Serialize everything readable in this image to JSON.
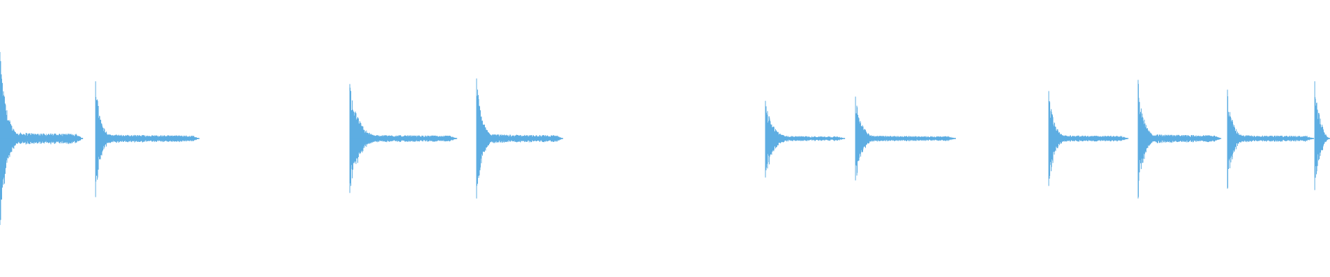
{
  "waveform": {
    "color": "#5dade2",
    "background": "#ffffff",
    "duration_units": 1920,
    "hits": [
      {
        "t": 0,
        "amp_up": 0.62,
        "amp_down": 0.62,
        "decay": 0.35,
        "tail": 120,
        "level": 1.0
      },
      {
        "t": 138,
        "amp_up": 0.41,
        "amp_down": 0.42,
        "decay": 0.42,
        "tail": 150,
        "level": 0.95
      },
      {
        "t": 505,
        "amp_up": 0.39,
        "amp_down": 0.39,
        "decay": 0.25,
        "tail": 155,
        "level": 0.75
      },
      {
        "t": 688,
        "amp_up": 0.43,
        "amp_down": 0.43,
        "decay": 0.4,
        "tail": 125,
        "level": 0.9
      },
      {
        "t": 1105,
        "amp_up": 0.27,
        "amp_down": 0.28,
        "decay": 0.3,
        "tail": 115,
        "level": 0.7
      },
      {
        "t": 1235,
        "amp_up": 0.3,
        "amp_down": 0.3,
        "decay": 0.35,
        "tail": 145,
        "level": 0.75
      },
      {
        "t": 1514,
        "amp_up": 0.34,
        "amp_down": 0.34,
        "decay": 0.4,
        "tail": 115,
        "level": 0.85
      },
      {
        "t": 1643,
        "amp_up": 0.42,
        "amp_down": 0.43,
        "decay": 0.4,
        "tail": 120,
        "level": 0.85
      },
      {
        "t": 1772,
        "amp_up": 0.35,
        "amp_down": 0.36,
        "decay": 0.42,
        "tail": 125,
        "level": 0.85
      },
      {
        "t": 1898,
        "amp_up": 0.41,
        "amp_down": 0.37,
        "decay": 0.42,
        "tail": 22,
        "level": 0.85
      }
    ]
  }
}
